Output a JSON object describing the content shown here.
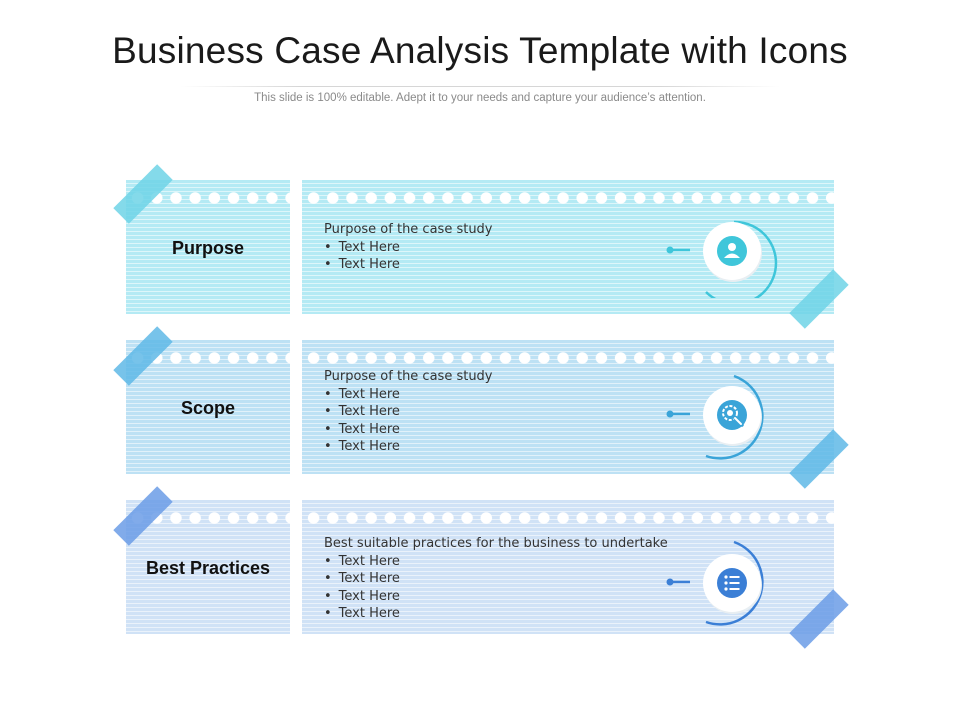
{
  "page": {
    "title": "Business Case Analysis Template with Icons",
    "subtitle": "This slide is 100% editable. Adept it to your needs and capture your audience’s attention."
  },
  "rows": [
    {
      "label": "Purpose",
      "heading": "Purpose of the case study",
      "bullets": [
        "Text Here",
        "Text Here"
      ],
      "icon": "user-icon",
      "card_color": "#b4eaf4",
      "accent_color": "#3fc6da",
      "tape_color": "#6fd3e6"
    },
    {
      "label": "Scope",
      "heading": "Purpose of the case study",
      "bullets": [
        "Text Here",
        "Text Here",
        "Text Here",
        "Text Here"
      ],
      "icon": "gear-search-icon",
      "card_color": "#bde1f4",
      "accent_color": "#3aa4d8",
      "tape_color": "#5fb9e6"
    },
    {
      "label": "Best Practices",
      "heading": "Best suitable practices for the business to undertake",
      "bullets": [
        "Text Here",
        "Text Here",
        "Text Here",
        "Text Here"
      ],
      "icon": "list-icon",
      "card_color": "#d0e2f6",
      "accent_color": "#3b7fd6",
      "tape_color": "#6b9ce6"
    }
  ]
}
